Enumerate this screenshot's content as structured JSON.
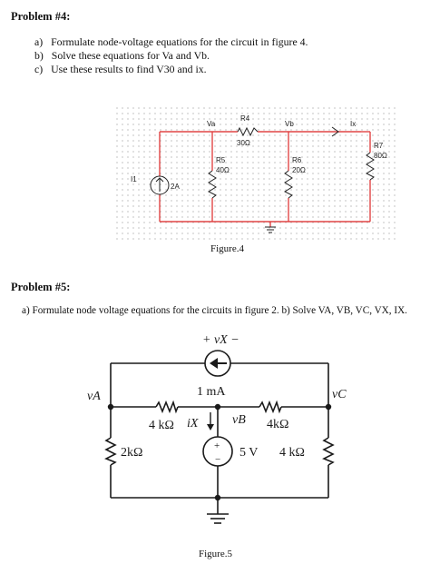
{
  "problem4": {
    "heading": "Problem #4:",
    "items": [
      {
        "letter": "a)",
        "text": "Formulate node-voltage equations for the circuit in figure 4."
      },
      {
        "letter": "b)",
        "text": "Solve these equations for Va and Vb."
      },
      {
        "letter": "c)",
        "text": "Use these results to find V30 and ix."
      }
    ],
    "figure": {
      "caption": "Figure.4",
      "labels": {
        "va": "Va",
        "vb": "Vb",
        "ix": "Ix",
        "r4": "R4",
        "r4v": "30Ω",
        "r5": "R5",
        "r5v": "40Ω",
        "r6": "R6",
        "r6v": "20Ω",
        "r7": "R7",
        "r7v": "80Ω",
        "i1": "I1",
        "i1v": "2A"
      },
      "wire_color": "#e04545"
    }
  },
  "problem5": {
    "heading": "Problem #5:",
    "text": "a) Formulate node voltage equations for the circuits in figure 2. b) Solve VA, VB, VC, VX, IX.",
    "figure": {
      "caption": "Figure.5",
      "labels": {
        "vx": "+ vX −",
        "src": "1  mA",
        "va": "vA",
        "vc": "vC",
        "vb": "vB",
        "r_left_top": "4 kΩ",
        "ix": "iX",
        "r_right_top": "4kΩ",
        "r_left": "2kΩ",
        "vsrc": "5 V",
        "r_right": "4 kΩ"
      }
    }
  }
}
